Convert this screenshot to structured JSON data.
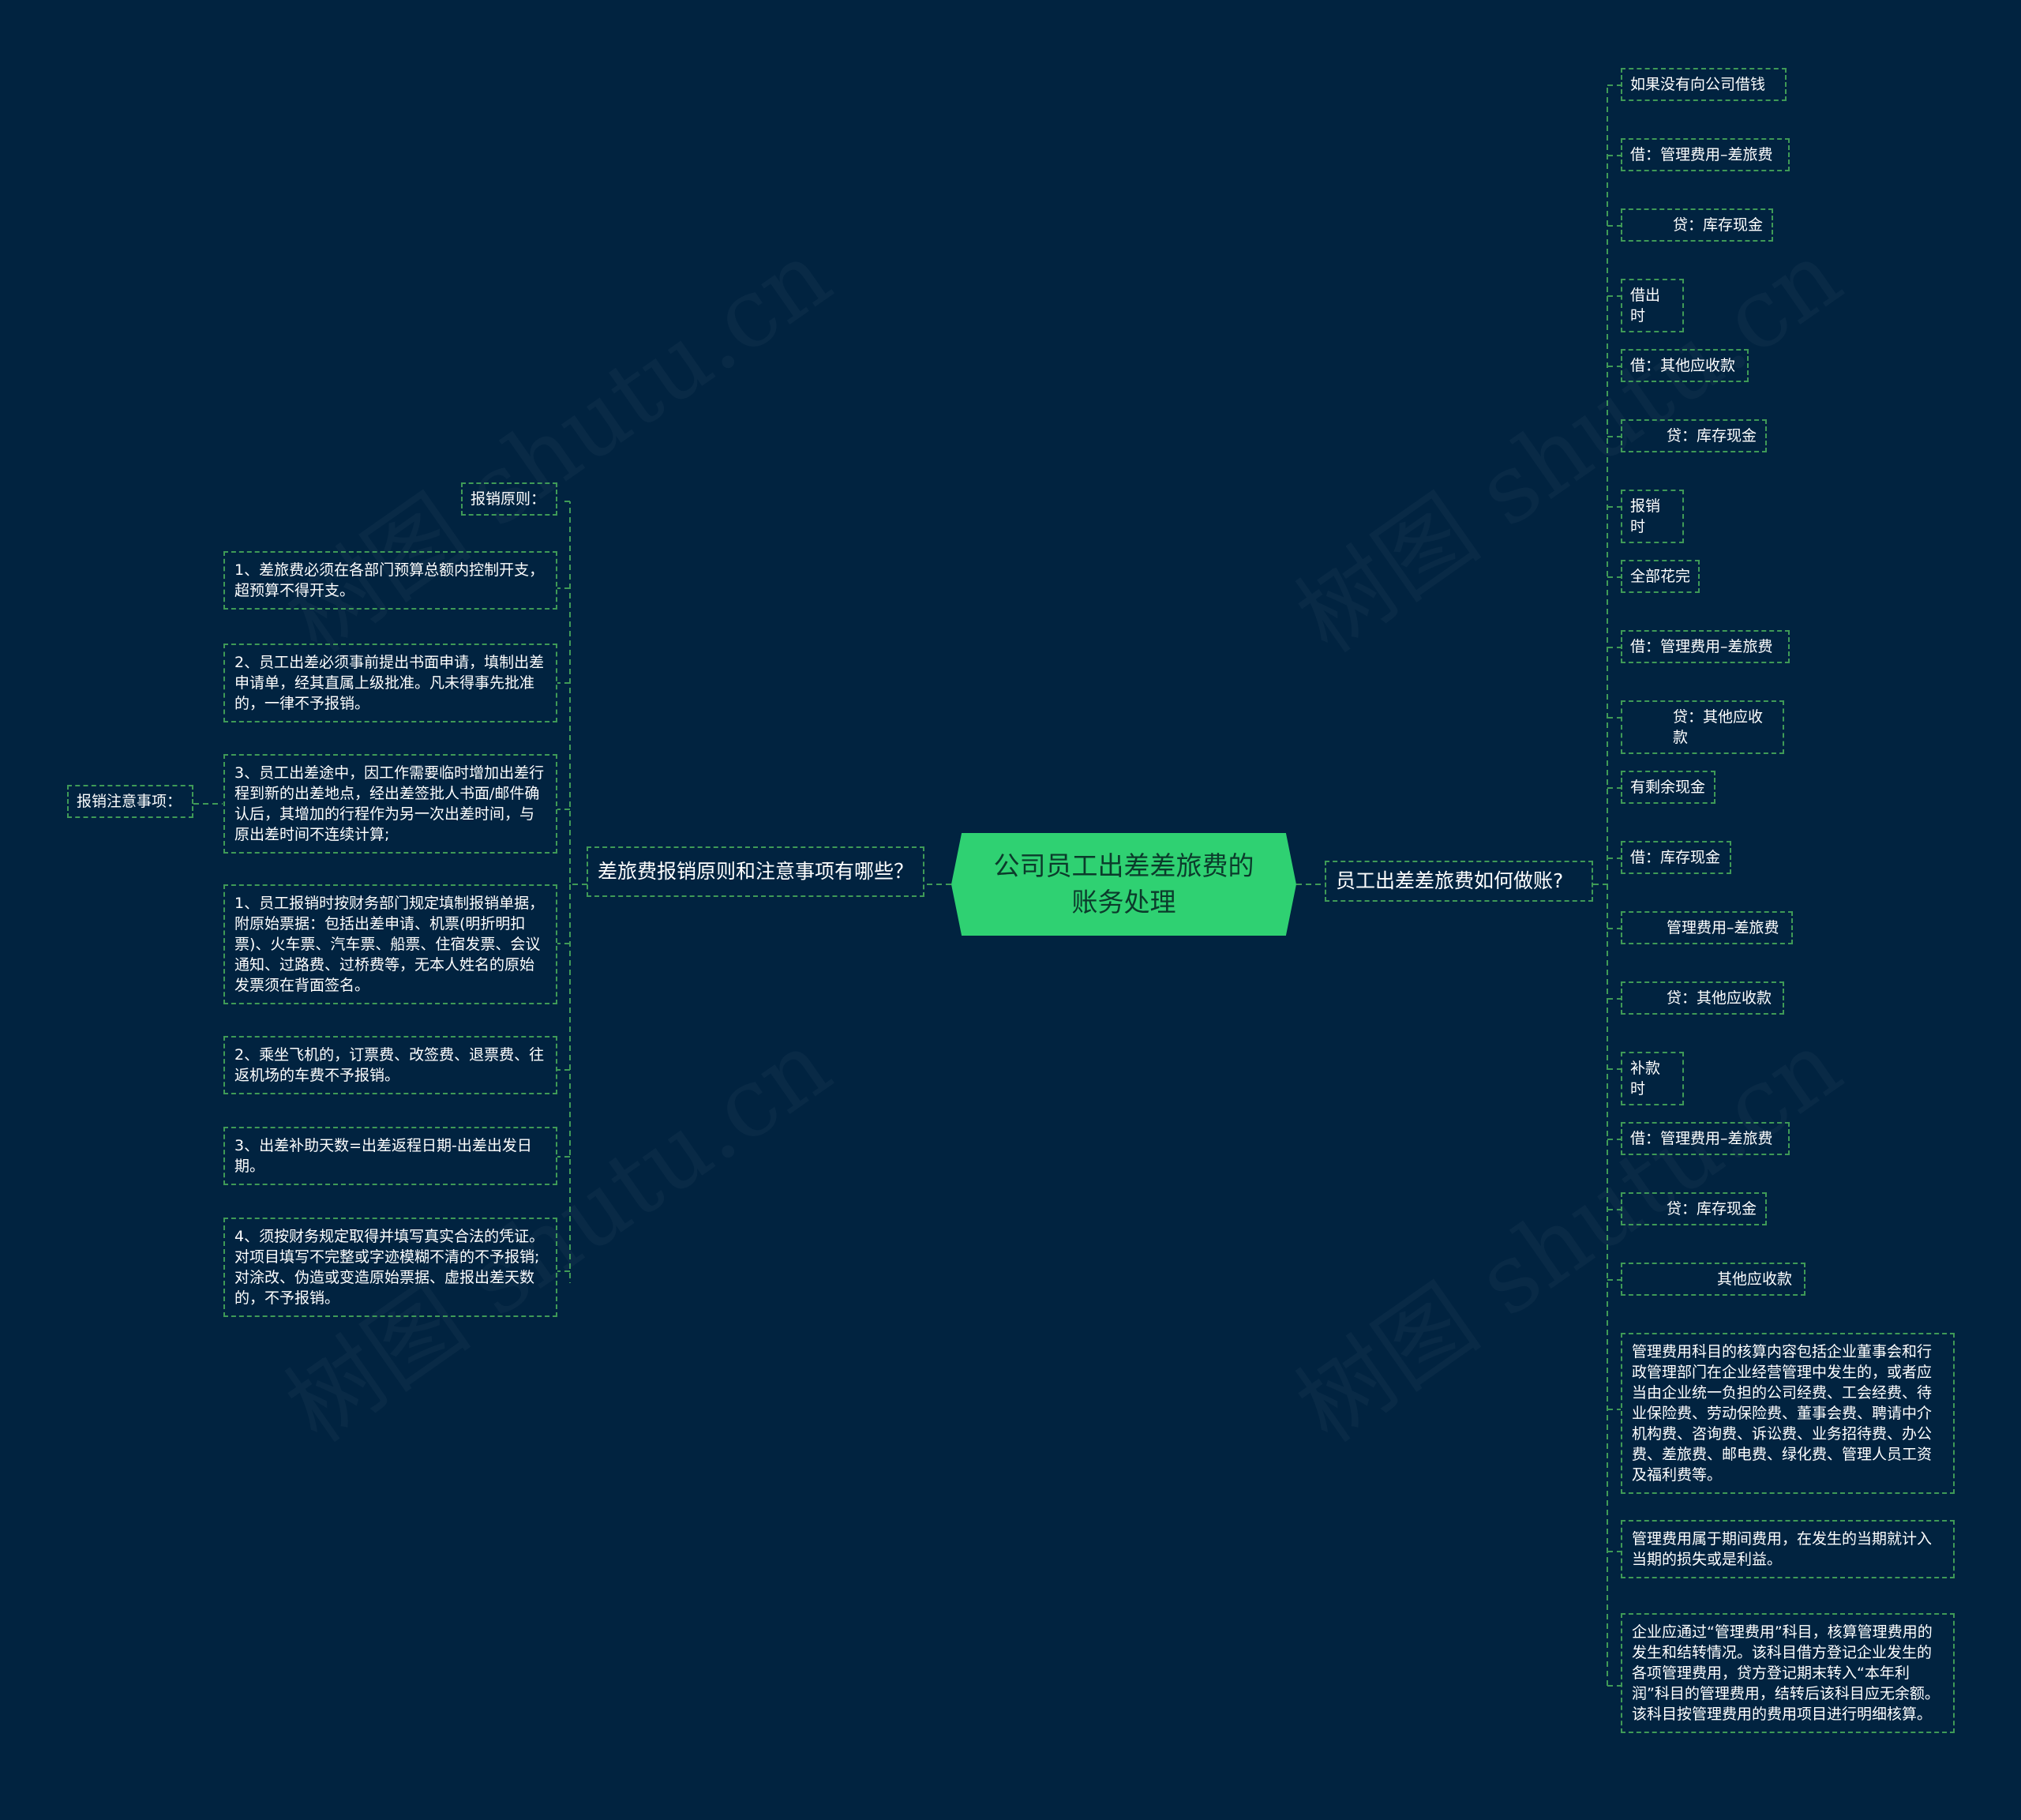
{
  "root": {
    "title": "公司员工出差差旅费的账务处理"
  },
  "watermark": "树图 shutu.cn",
  "left": {
    "branch": "差旅费报销原则和注意事项有哪些？",
    "note_label": "报销注意事项：",
    "items": [
      "报销原则：",
      "1、差旅费必须在各部门预算总额内控制开支，超预算不得开支。",
      "2、员工出差必须事前提出书面申请，填制出差申请单，经其直属上级批准。凡未得事先批准的，一律不予报销。",
      "3、员工出差途中，因工作需要临时增加出差行程到新的出差地点，经出差签批人书面/邮件确认后，其增加的行程作为另一次出差时间，与原出差时间不连续计算;",
      "1、员工报销时按财务部门规定填制报销单据，附原始票据：包括出差申请、机票(明折明扣票)、火车票、汽车票、船票、住宿发票、会议通知、过路费、过桥费等，无本人姓名的原始发票须在背面签名。",
      "2、乘坐飞机的，订票费、改签费、退票费、往返机场的车费不予报销。",
      "3、出差补助天数=出差返程日期-出差出发日期。",
      "4、须按财务规定取得并填写真实合法的凭证。对项目填写不完整或字迹模糊不清的不予报销;对涂改、伪造或变造原始票据、虚报出差天数的，不予报销。"
    ]
  },
  "right": {
    "branch": "员工出差差旅费如何做账?",
    "items": [
      "如果没有向公司借钱",
      "借：管理费用–差旅费",
      "贷：库存现金",
      "借出时",
      "借：其他应收款",
      "贷：库存现金",
      "报销时",
      "全部花完",
      "借：管理费用–差旅费",
      "贷：其他应收款",
      "有剩余现金",
      "借：库存现金",
      "管理费用–差旅费",
      "贷：其他应收款",
      "补款时",
      "借：管理费用–差旅费",
      "贷：库存现金",
      "其他应收款",
      "管理费用科目的核算内容包括企业董事会和行政管理部门在企业经营管理中发生的，或者应当由企业统一负担的公司经费、工会经费、待业保险费、劳动保险费、董事会费、聘请中介机构费、咨询费、诉讼费、业务招待费、办公费、差旅费、邮电费、绿化费、管理人员工资及福利费等。",
      "管理费用属于期间费用，在发生的当期就计入当期的损失或是利益。",
      "企业应通过“管理费用”科目，核算管理费用的发生和结转情况。该科目借方登记企业发生的各项管理费用，贷方登记期末转入“本年利润”科目的管理费用，结转后该科目应无余额。该科目按管理费用的费用项目进行明细核算。"
    ]
  },
  "colors": {
    "background": "#012340",
    "root_fill": "#2fd172",
    "edge": "#3f9a57",
    "text": "#ffffff"
  }
}
